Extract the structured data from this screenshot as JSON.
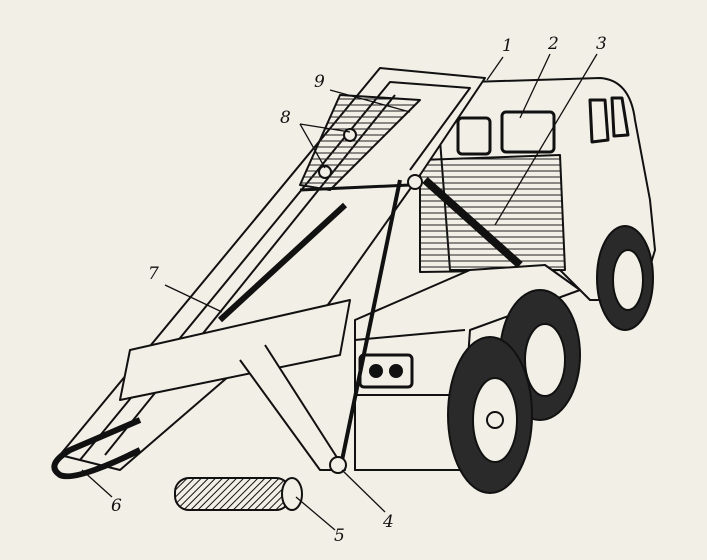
{
  "figure": {
    "labels": [
      "1",
      "2",
      "3",
      "4",
      "5",
      "6",
      "7",
      "8",
      "9"
    ],
    "colors": {
      "paper": "#f2efe6",
      "ink": "#111111"
    }
  }
}
